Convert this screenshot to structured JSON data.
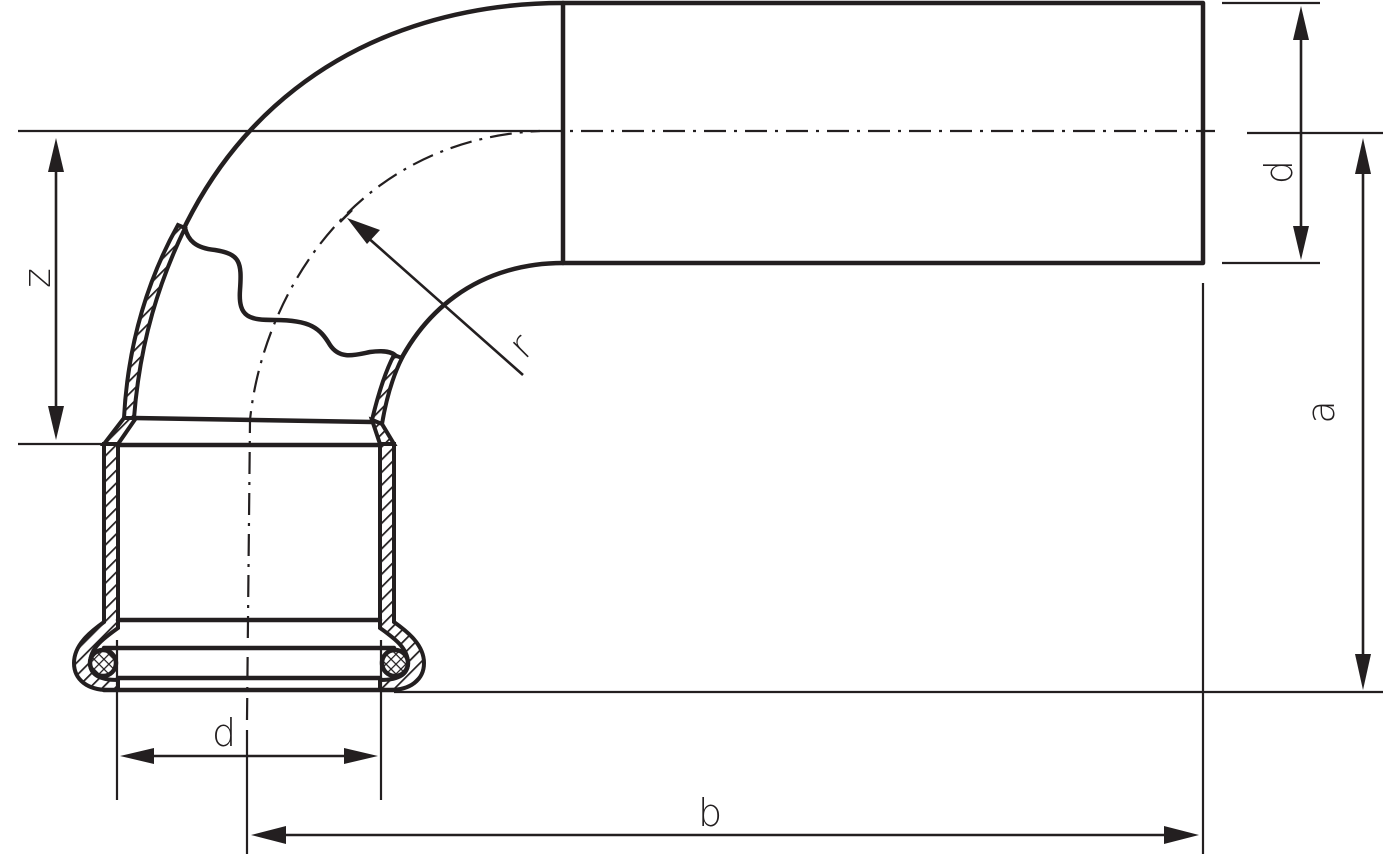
{
  "drawing": {
    "title": "90° press elbow with socket and O-ring (section view)",
    "colors": {
      "line": "#231f20",
      "background": "#ffffff"
    },
    "dimensions": {
      "z": {
        "label": "z",
        "orientation": "vertical"
      },
      "r": {
        "label": "r",
        "orientation": "diagonal"
      },
      "d_right": {
        "label": "d",
        "orientation": "vertical"
      },
      "a": {
        "label": "a",
        "orientation": "vertical"
      },
      "d_bottom": {
        "label": "d",
        "orientation": "horizontal"
      },
      "b": {
        "label": "b",
        "orientation": "horizontal"
      }
    },
    "features": [
      "bend-radius-centerline",
      "plain-end-spigot",
      "press-socket",
      "o-ring-seal",
      "hatched-wall-section",
      "break-line"
    ]
  }
}
